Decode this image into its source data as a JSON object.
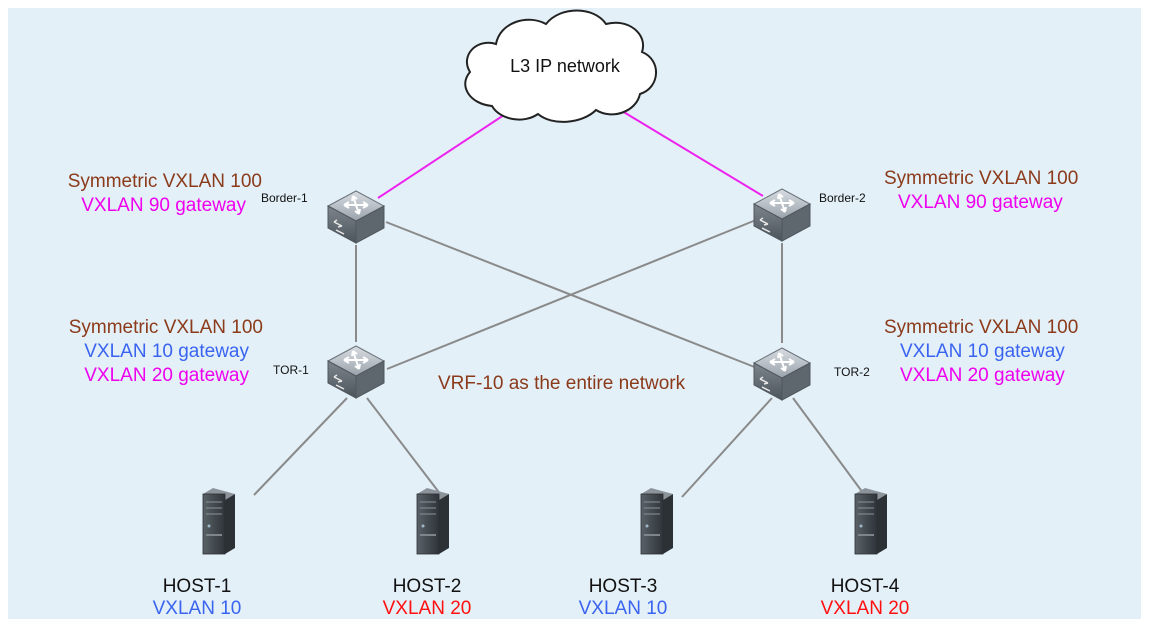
{
  "cloud": {
    "label": "L3 IP network"
  },
  "border1": {
    "name": "Border-1",
    "lines": [
      "Symmetric VXLAN 100",
      "VXLAN 90 gateway"
    ]
  },
  "border2": {
    "name": "Border-2",
    "lines": [
      "Symmetric VXLAN 100",
      "VXLAN 90 gateway"
    ]
  },
  "tor1": {
    "name": "TOR-1",
    "lines": [
      "Symmetric VXLAN 100",
      "VXLAN 10 gateway",
      "VXLAN 20 gateway"
    ]
  },
  "tor2": {
    "name": "TOR-2",
    "lines": [
      "Symmetric VXLAN 100",
      "VXLAN 10 gateway",
      "VXLAN 20 gateway"
    ]
  },
  "center_note": "VRF-10 as the entire network",
  "hosts": [
    {
      "name": "HOST-1",
      "vxlan": "VXLAN 10"
    },
    {
      "name": "HOST-2",
      "vxlan": "VXLAN 20"
    },
    {
      "name": "HOST-3",
      "vxlan": "VXLAN 10"
    },
    {
      "name": "HOST-4",
      "vxlan": "VXLAN 20"
    }
  ],
  "colors": {
    "background": "#e3f0f8",
    "uplink": "#ee22ee",
    "link": "#8a8a8a",
    "symmetric_text": "#8b3a1a",
    "vxlan10_text": "#3a64f0",
    "vxlan20_gateway_text": "#ee00ee",
    "vxlan20_host_text": "#ff1010"
  }
}
